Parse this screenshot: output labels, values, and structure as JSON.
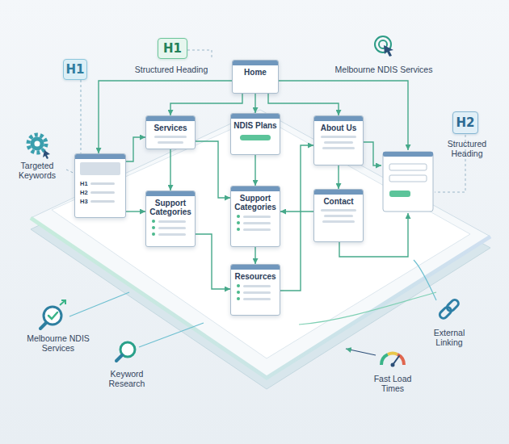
{
  "diagram": {
    "nodes": [
      {
        "text": [
          "H1"
        ]
      },
      {
        "text": [
          "H1"
        ]
      },
      {
        "text": [
          "Home"
        ]
      },
      {
        "text": [
          "H2"
        ]
      },
      {
        "text": [
          "Services"
        ]
      },
      {
        "text": [
          "NDIS Plans"
        ]
      },
      {
        "text": [
          "About Us"
        ]
      },
      {
        "text": [
          "H1",
          "H2",
          "H3"
        ]
      },
      {
        "text": [
          "Support Categories"
        ]
      },
      {
        "text": [
          "Support Categories"
        ]
      },
      {
        "text": [
          "Contact"
        ]
      },
      {
        "text": [
          "Resources"
        ]
      }
    ],
    "edges": [
      {
        "from": 0,
        "to": 7,
        "arrow": "none"
      },
      {
        "from": 2,
        "to": 7,
        "arrow": "to"
      },
      {
        "from": 2,
        "to": 4,
        "arrow": "to"
      },
      {
        "from": 2,
        "to": 5,
        "arrow": "to"
      },
      {
        "from": 2,
        "to": 6,
        "arrow": "to"
      },
      {
        "from": 7,
        "to": 4,
        "arrow": "to"
      },
      {
        "from": 4,
        "to": 8,
        "arrow": "to"
      },
      {
        "from": 4,
        "to": 9,
        "arrow": "to"
      },
      {
        "from": 5,
        "to": 9,
        "arrow": "to"
      },
      {
        "from": 7,
        "to": 8,
        "arrow": "to"
      },
      {
        "from": 8,
        "to": 11,
        "arrow": "to"
      },
      {
        "from": 9,
        "to": 11,
        "arrow": "to"
      },
      {
        "from": 6,
        "to": 10,
        "arrow": "to"
      },
      {
        "from": 10,
        "to": 9,
        "arrow": "to"
      },
      {
        "from": 11,
        "to": 6,
        "arrow": "to"
      }
    ],
    "labels": [
      "Structured Heading",
      "Melbourne NDIS Services",
      "Structured Heading",
      "Targeted Keywords",
      "Melbourne NDIS Services",
      "Keyword Research",
      "External Linking",
      "Fast Load Times"
    ]
  }
}
